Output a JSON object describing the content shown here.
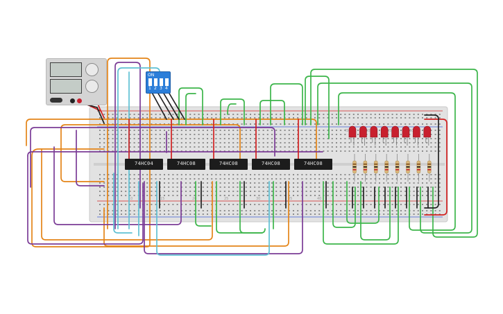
{
  "power_supply": {
    "readouts": [
      "",
      ""
    ]
  },
  "dip_switch": {
    "on_label": "ON",
    "numbers": [
      "1",
      "2",
      "3",
      "4"
    ]
  },
  "chips": [
    {
      "label": "74HC04"
    },
    {
      "label": "74HC08"
    },
    {
      "label": "74HC08"
    },
    {
      "label": "74HC08"
    },
    {
      "label": "74HC08"
    }
  ],
  "breadboard": {
    "column_numbers": [
      "45",
      "50",
      "55",
      "60",
      "10",
      "15",
      "20",
      "25",
      "30",
      "35",
      "40"
    ]
  },
  "leds": {
    "count": 8,
    "color": "#c8202e"
  },
  "resistors": {
    "count": 8
  },
  "colors": {
    "board": "#e2e2e2",
    "wire_green": "#3cb54a",
    "wire_purple": "#7b3c96",
    "wire_orange": "#e48417",
    "wire_cyan": "#5fc0d3",
    "wire_red": "#d22020",
    "wire_black": "#222222"
  }
}
